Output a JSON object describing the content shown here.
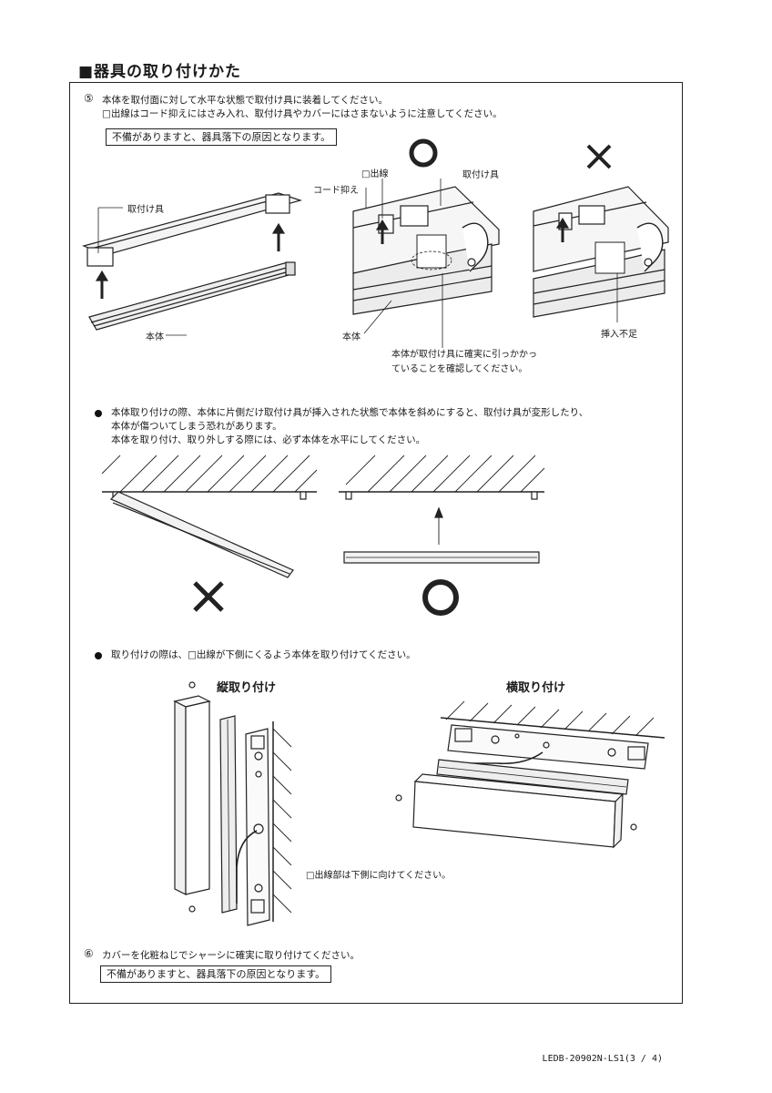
{
  "section_title": "■器具の取り付けかた",
  "step5": {
    "number": "⑤",
    "line1": "本体を取付面に対して水平な状態で取付け具に装着してください。",
    "line2": "□出線はコード抑えにはさみ入れ、取付け具やカバーにはさまないように注意してください。",
    "warning": "不備がありますと、器具落下の原因となります。"
  },
  "figure1": {
    "label_bracket": "取付け具",
    "label_body": "本体"
  },
  "figure2": {
    "mark": "○",
    "label_outlet": "□出線",
    "label_bracket": "取付け具",
    "label_cord": "コード抑え",
    "label_body": "本体",
    "note_line1": "本体が取付け具に確実に引っかかっ",
    "note_line2": "ていることを確認してください。"
  },
  "figure3": {
    "mark": "×",
    "label_insufficient": "挿入不足"
  },
  "bullet1": {
    "line1": "本体取り付けの際、本体に片側だけ取付け具が挿入された状態で本体を斜めにすると、取付け具が変形したり、",
    "line2": "本体が傷ついてしまう恐れがあります。",
    "line3": "本体を取り付け、取り外しする際には、必ず本体を水平にしてください。"
  },
  "tilt_figure": {
    "mark_wrong": "×",
    "mark_right": "○"
  },
  "bullet2": {
    "line1": "取り付けの際は、□出線が下側にくるよう本体を取り付けてください。"
  },
  "mount_figure": {
    "vertical_title": "縦取り付け",
    "horizontal_title": "横取り付け",
    "note": "□出線部は下側に向けてください。"
  },
  "step6": {
    "number": "⑥",
    "line1": "カバーを化粧ねじでシャーシに確実に取り付けてください。",
    "warning": "不備がありますと、器具落下の原因となります。"
  },
  "footer": "LEDB-20902N-LS1(3 / 4)"
}
